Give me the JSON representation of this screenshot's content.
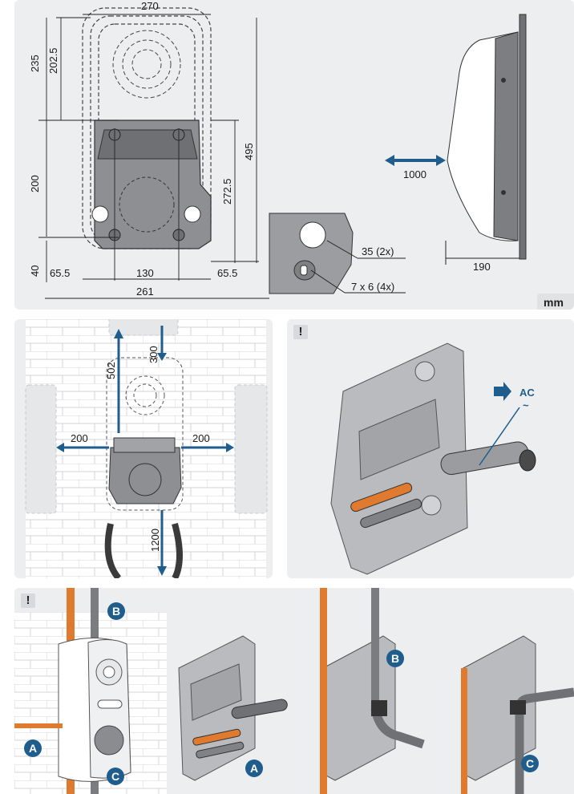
{
  "panel1": {
    "dims": {
      "width_top": "270",
      "h_235": "235",
      "h_202_5": "202.5",
      "h_200": "200",
      "h_40": "40",
      "w_65_5_left": "65.5",
      "w_130": "130",
      "w_65_5_right": "65.5",
      "w_261": "261",
      "h_272_5": "272.5",
      "h_495": "495",
      "hole_35": "35 (2x)",
      "slot_7x6": "7 x 6 (4x)",
      "clearance_front": "1000",
      "depth_190": "190"
    },
    "unit_label": "mm"
  },
  "panel2": {
    "top": "502",
    "top_right": "300",
    "left": "200",
    "right": "200",
    "bottom": "1200"
  },
  "panel3": {
    "warning": "!",
    "ac_label": "AC",
    "ac_tilde": "~"
  },
  "panel4": {
    "warning": "!",
    "badges": [
      "B",
      "A",
      "C",
      "A",
      "B",
      "C"
    ]
  },
  "colors": {
    "panel_bg": "#eceef0",
    "arrow_blue": "#1f5d8c",
    "cable_orange": "#e07a2e",
    "metal_grey": "#8d8f93",
    "badge_blue": "#1f5d8c"
  }
}
